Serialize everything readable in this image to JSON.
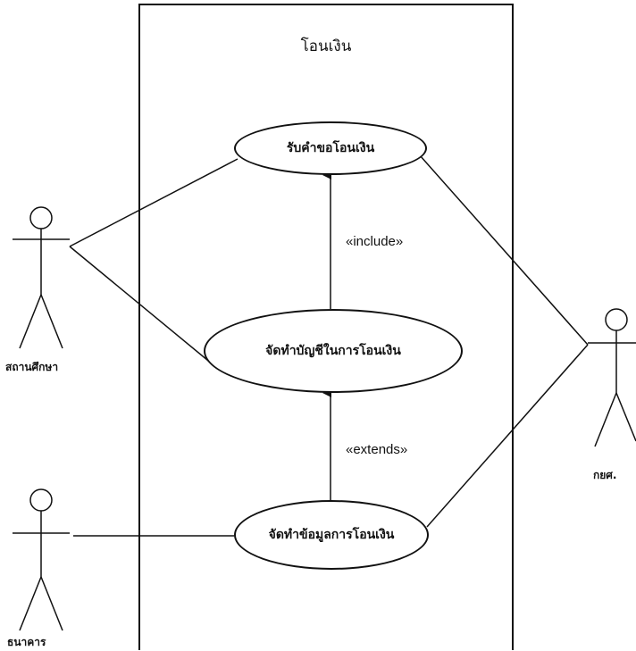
{
  "system": {
    "title": "โอนเงิน"
  },
  "use_cases": {
    "receive_request": "รับคำขอโอนเงิน",
    "prepare_account": "จัดทำบัญชีในการโอนเงิน",
    "prepare_data": "จัดทำข้อมูลการโอนเงิน"
  },
  "actors": {
    "school": "สถานศึกษา",
    "bank": "ธนาคาร",
    "fund": "กยศ."
  },
  "relations": {
    "include": "«include»",
    "extends": "«extends»"
  }
}
